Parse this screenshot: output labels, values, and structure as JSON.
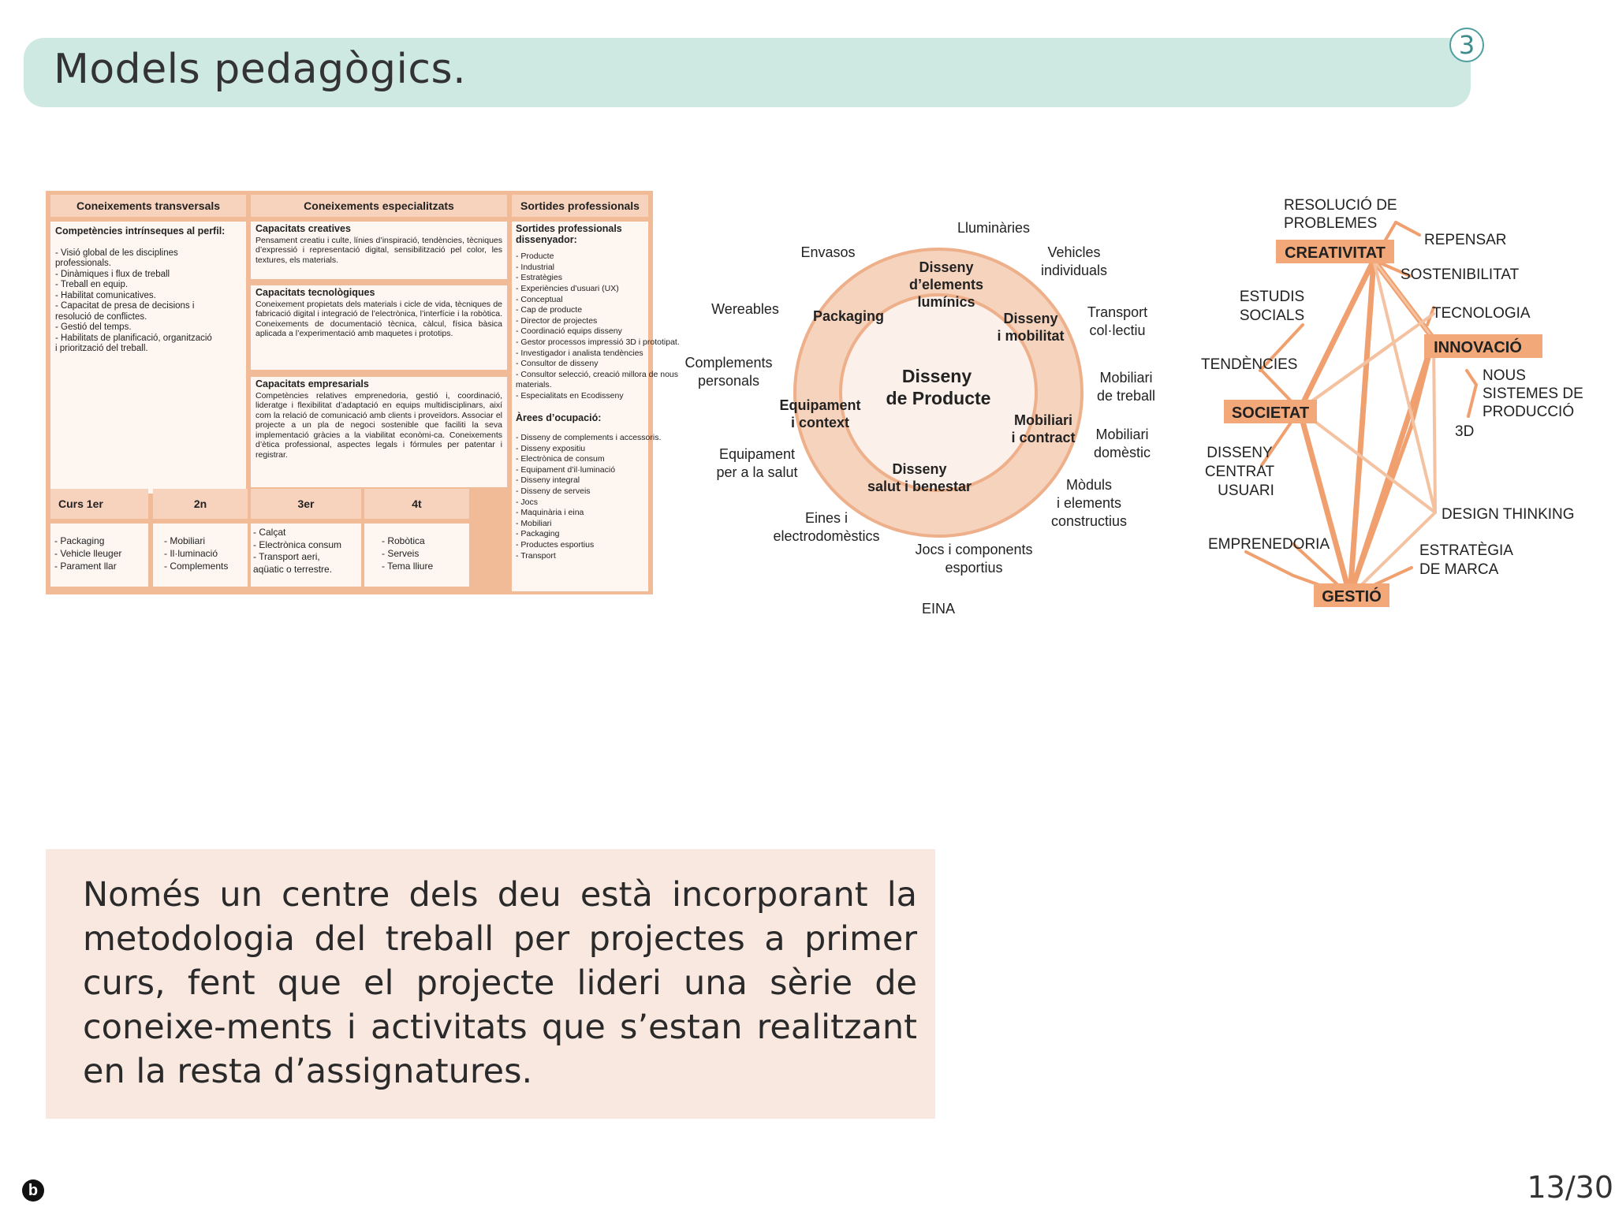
{
  "header": {
    "title": "Models pedagògics.",
    "section_number": "3"
  },
  "table": {
    "headers": [
      "Coneixements transversals",
      "Coneixements especialitzats",
      "Sortides professionals"
    ],
    "transversals": {
      "title": "Competències intrínseques al perfil:",
      "items": [
        "- Visió global de les disciplines",
        "professionals.",
        "- Dinàmiques i flux de treball",
        "- Treball en equip.",
        "- Habilitat comunicatives.",
        "- Capacitat de presa de decisions i",
        "resolució de conflictes.",
        "- Gestió del temps.",
        "- Habilitats de planificació, organització",
        "i priorització del treball."
      ]
    },
    "especialitzats": [
      {
        "title": "Capacitats creatives",
        "text": "Pensament creatiu i culte, línies d’inspiració, tendències, tècniques d’expressió i representació digital, sensibilització pel color, les textures, els materials."
      },
      {
        "title": "Capacitats tecnològiques",
        "text": "Coneixement propietats dels materials i cicle de vida, tècniques de fabricació digital i integració de l’electrònica, l’interfície i la robòtica. Coneixements de documentació tècnica, càlcul, física bàsica aplicada a l’experimentació amb maquetes i prototips."
      },
      {
        "title": "Capacitats empresarials",
        "text": "Competències relatives emprenedoria, gestió i, coordinació, lideratge i flexibilitat d’adaptació en equips multidisciplinars, així com la relació de comunicació amb clients i proveïdors. Associar el projecte a un pla de negoci sostenible que faciliti la seva implementació gràcies a la viabilitat econòmi-ca. Coneixements d’ètica professional, aspectes legals i fórmules per patentar i registrar."
      }
    ],
    "sortides": {
      "title1": "Sortides professionals",
      "title2": "dissenyador:",
      "items": [
        "- Producte",
        "- Industrial",
        "- Estratègies",
        "- Experiències d’usuari (UX)",
        "- Conceptual",
        "- Cap de producte",
        "- Director de projectes",
        "- Coordinació equips disseny",
        "- Gestor processos impressió 3D i prototipat.",
        "- Investigador i analista tendències",
        "- Consultor de disseny",
        "- Consultor selecció, creació millora de nous",
        "materials.",
        "- Especialitats en Ecodisseny"
      ],
      "areas_title": "Àrees d’ocupació:",
      "areas": [
        "- Disseny de complements i accessoris.",
        "- Disseny expositiu",
        "- Electrònica de consum",
        "- Equipament d’il·luminació",
        "- Disseny integral",
        "- Disseny de serveis",
        "- Jocs",
        "- Maquinària i eina",
        "- Mobiliari",
        "- Packaging",
        "- Productes esportius",
        "- Transport"
      ]
    },
    "courses": [
      {
        "label": "Curs  1er",
        "items": [
          "- Packaging",
          "- Vehicle lleuger",
          "- Parament llar"
        ]
      },
      {
        "label": "2n",
        "items": [
          "- Mobiliari",
          "- Il·luminació",
          "- Complements"
        ]
      },
      {
        "label": "3er",
        "items": [
          "- Calçat",
          "- Electrònica consum",
          "- Transport aeri,",
          "aqüatic o terrestre."
        ]
      },
      {
        "label": "4t",
        "items": [
          "- Robòtica",
          "- Serveis",
          "- Tema lliure"
        ]
      }
    ]
  },
  "circle_diagram": {
    "center": [
      "Disseny",
      "de Producte"
    ],
    "inner": [
      {
        "lines": [
          "Disseny",
          "d’elements",
          "lumínics"
        ]
      },
      {
        "lines": [
          "Packaging"
        ]
      },
      {
        "lines": [
          "Disseny",
          "i mobilitat"
        ]
      },
      {
        "lines": [
          "Equipament",
          "i context"
        ]
      },
      {
        "lines": [
          "Mobiliari",
          "i contract"
        ]
      },
      {
        "lines": [
          "Disseny",
          "salut i benestar"
        ]
      }
    ],
    "outer": [
      {
        "lines": [
          "Lluminàries"
        ]
      },
      {
        "lines": [
          "Envasos"
        ]
      },
      {
        "lines": [
          "Vehicles",
          "individuals"
        ]
      },
      {
        "lines": [
          "Wereables"
        ]
      },
      {
        "lines": [
          "Transport",
          "col·lectiu"
        ]
      },
      {
        "lines": [
          "Complements",
          "personals"
        ]
      },
      {
        "lines": [
          "Mobiliari",
          "de treball"
        ]
      },
      {
        "lines": [
          "Mobiliari",
          "domèstic"
        ]
      },
      {
        "lines": [
          "Equipament",
          "per a la salut"
        ]
      },
      {
        "lines": [
          "Mòduls",
          "i elements",
          "constructius"
        ]
      },
      {
        "lines": [
          "Eines i",
          "electrodomèstics"
        ]
      },
      {
        "lines": [
          "Jocs i components",
          "esportius"
        ]
      },
      {
        "lines": [
          "EINA"
        ]
      }
    ]
  },
  "network_diagram": {
    "hubs": [
      "CREATIVITAT",
      "INNOVACIÓ",
      "SOCIETAT",
      "GESTIÓ"
    ],
    "terms": [
      {
        "lines": [
          "RESOLUCIÓ DE",
          "PROBLEMES"
        ]
      },
      {
        "lines": [
          "REPENSAR"
        ]
      },
      {
        "lines": [
          "SOSTENIBILITAT"
        ]
      },
      {
        "lines": [
          "ESTUDIS",
          "SOCIALS"
        ]
      },
      {
        "lines": [
          "TECNOLOGIA"
        ]
      },
      {
        "lines": [
          "TENDÈNCIES"
        ]
      },
      {
        "lines": [
          "NOUS",
          "SISTEMES DE",
          "PRODUCCIÓ"
        ]
      },
      {
        "lines": [
          "3D"
        ]
      },
      {
        "lines": [
          "DISSENY",
          "CENTRAT",
          "USUARI"
        ]
      },
      {
        "lines": [
          "DESIGN THINKING"
        ]
      },
      {
        "lines": [
          "EMPRENEDORIA"
        ]
      },
      {
        "lines": [
          "ESTRATÈGIA",
          "DE MARCA"
        ]
      }
    ],
    "colors": {
      "hub_fill": "#f2a878",
      "line": "#f0a06e",
      "line_light": "#f4c2a0"
    }
  },
  "text_box": {
    "text": "Només un centre dels deu està incorporant la metodologia del treball per projectes a primer curs, fent que el projecte lideri una sèrie de coneixe-ments i activitats que s’estan realitzant en la resta d’assignatures."
  },
  "footer": {
    "logo": "b",
    "page": "13/30"
  }
}
